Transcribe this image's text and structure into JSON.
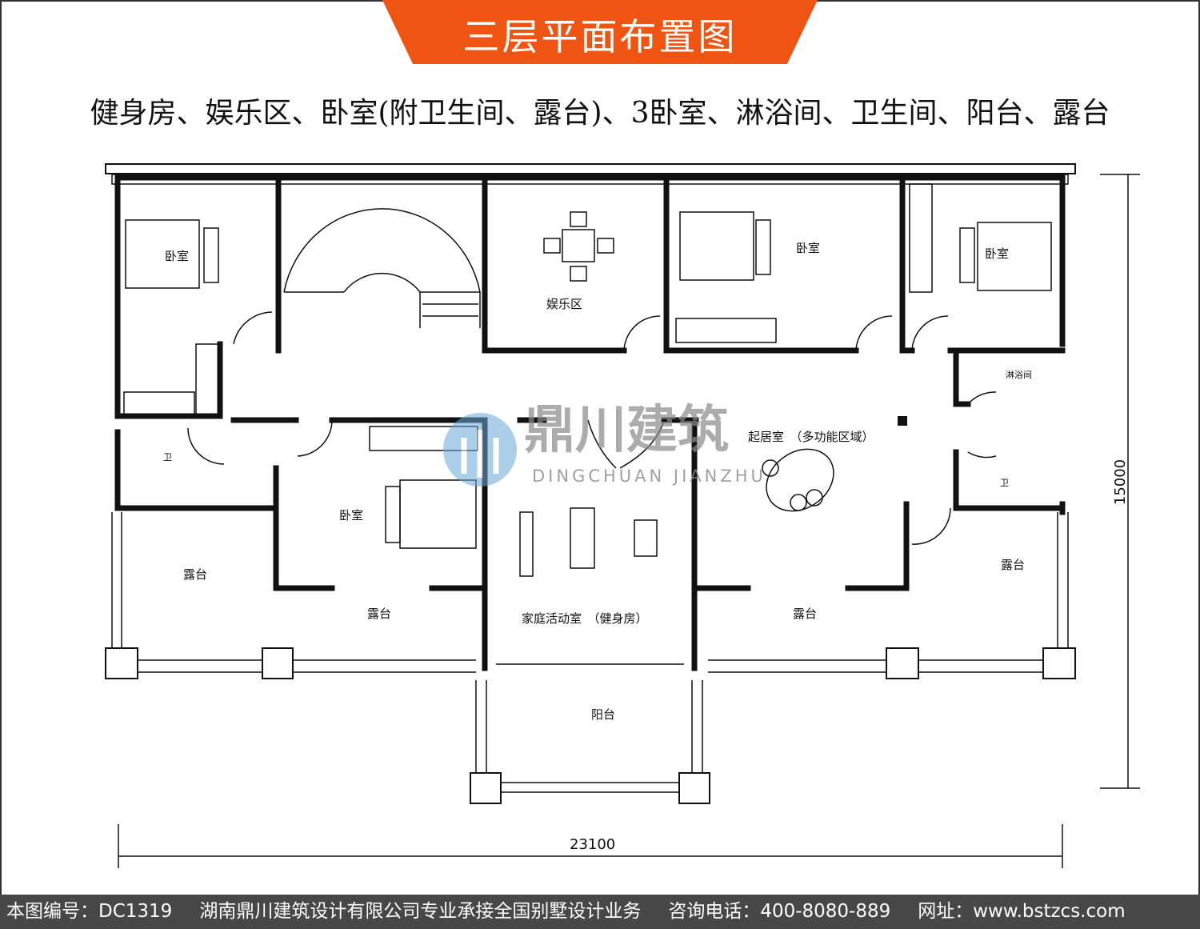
{
  "header": {
    "title": "三层平面布置图",
    "subtitle": "健身房、娱乐区、卧室(附卫生间、露台)、3卧室、淋浴间、卫生间、阳台、露台"
  },
  "rooms": [
    {
      "label": "卧室"
    },
    {
      "label": "娱乐区"
    },
    {
      "label": "卧室"
    },
    {
      "label": "卧室"
    },
    {
      "label": "淋浴间"
    },
    {
      "label": "卫"
    },
    {
      "label": "卧室"
    },
    {
      "label": "起居室　（多功能区域）"
    },
    {
      "label": "卫"
    },
    {
      "label": "露台"
    },
    {
      "label": "露台"
    },
    {
      "label": "家庭活动室　（健身房）"
    },
    {
      "label": "露台"
    },
    {
      "label": "露台"
    },
    {
      "label": "阳台"
    }
  ],
  "dimensions": {
    "width": "23100",
    "height": "15000"
  },
  "watermark": {
    "cn": "鼎川建筑",
    "en": "DINGCHUAN JIANZHU"
  },
  "footer": {
    "code": "本图编号：DC1319",
    "company": "湖南鼎川建筑设计有限公司专业承接全国别墅设计业务",
    "phone": "咨询电话：400-8080-889",
    "site": "网址：www.bstzcs.com"
  },
  "colors": {
    "accent": "#ef5412",
    "footer_bg": "#474747"
  }
}
